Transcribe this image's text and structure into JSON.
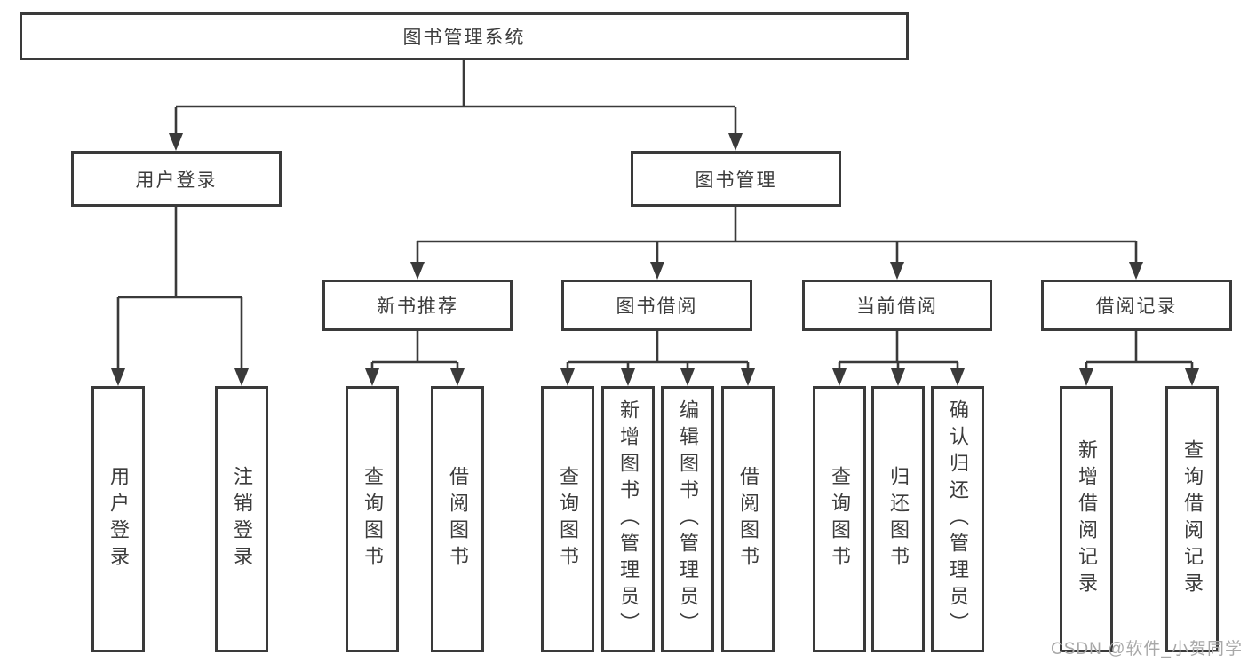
{
  "tree": {
    "label": "图书管理系统",
    "children": [
      {
        "label": "用户登录",
        "children": [
          {
            "label": "用户登录"
          },
          {
            "label": "注销登录"
          }
        ]
      },
      {
        "label": "图书管理",
        "children": [
          {
            "label": "新书推荐",
            "children": [
              {
                "label": "查询图书"
              },
              {
                "label": "借阅图书"
              }
            ]
          },
          {
            "label": "图书借阅",
            "children": [
              {
                "label": "查询图书"
              },
              {
                "label": "新增图书（管理员）"
              },
              {
                "label": "编辑图书（管理员）"
              },
              {
                "label": "借阅图书"
              }
            ]
          },
          {
            "label": "当前借阅",
            "children": [
              {
                "label": "查询图书"
              },
              {
                "label": "归还图书"
              },
              {
                "label": "确认归还（管理员）"
              }
            ]
          },
          {
            "label": "借阅记录",
            "children": [
              {
                "label": "新增借阅记录"
              },
              {
                "label": "查询借阅记录"
              }
            ]
          }
        ]
      }
    ]
  },
  "watermark": "CSDN @软件_小贺同学",
  "colors": {
    "line": "#3a3a3a",
    "box_border": "#3a3a3a",
    "text": "#3c3c3c",
    "watermark": "#a8a8a8",
    "background": "#ffffff"
  }
}
